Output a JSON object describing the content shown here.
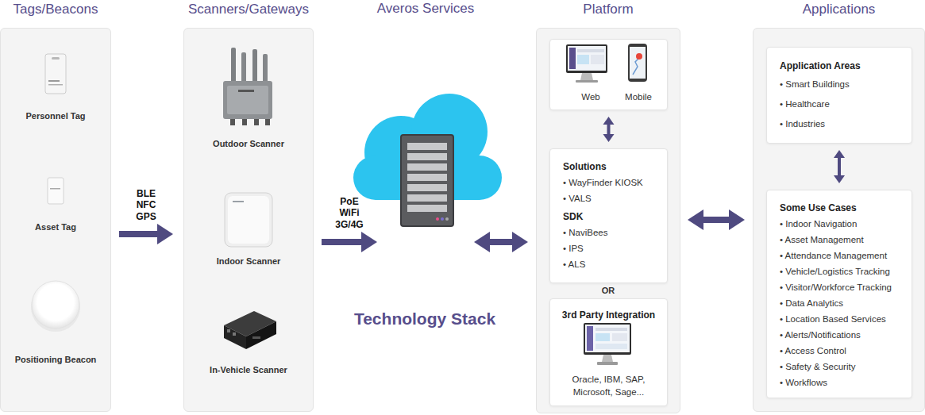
{
  "diagram": {
    "nodes": [
      {
        "text": [
          "Tags/Beacons"
        ]
      },
      {
        "text": [
          "Scanners/Gateways"
        ]
      },
      {
        "text": [
          "Averos Services"
        ]
      },
      {
        "text": [
          "Platform"
        ]
      },
      {
        "text": [
          "Web",
          "Mobile"
        ],
        "in": 3
      },
      {
        "text": [
          "Solutions",
          "• WayFinder KIOSK",
          "• VALS",
          "SDK",
          "• NaviBees",
          "• IPS",
          "• ALS"
        ],
        "in": 3
      },
      {
        "text": [
          "3rd Party Integration",
          "Oracle, IBM, SAP, Microsoft, Sage..."
        ],
        "in": 3
      },
      {
        "text": [
          "Applications"
        ]
      },
      {
        "text": [
          "Application Areas",
          "• Smart Buildings",
          "• Healthcare",
          "• Industries"
        ],
        "in": 7
      },
      {
        "text": [
          "Some Use Cases",
          "• Indoor Navigation",
          "• Asset Management",
          "• Attendance Management",
          "• Vehicle/Logistics Tracking",
          "• Visitor/Workforce Tracking",
          "• Data Analytics",
          "• Location Based Services",
          "• Alerts/Notifications",
          "• Access Control",
          "• Safety & Security",
          "• Workflows"
        ],
        "in": 7
      }
    ],
    "edges": [
      {
        "from": 0,
        "to": 1,
        "label": "BLE NFC GPS",
        "arrow": "to"
      },
      {
        "from": 1,
        "to": 2,
        "label": "PoE WiFi 3G/4G",
        "arrow": "to"
      },
      {
        "from": 2,
        "to": 3,
        "arrow": "both"
      },
      {
        "from": 3,
        "to": 7,
        "arrow": "both"
      },
      {
        "from": 4,
        "to": 5,
        "arrow": "both"
      },
      {
        "from": 8,
        "to": 9,
        "arrow": "both"
      }
    ],
    "labels": [
      "Personnel Tag",
      "Asset Tag",
      "Positioning Beacon",
      "Outdoor Scanner",
      "Indoor Scanner",
      "In-Vehicle Scanner",
      "Technology Stack",
      "OR"
    ]
  }
}
